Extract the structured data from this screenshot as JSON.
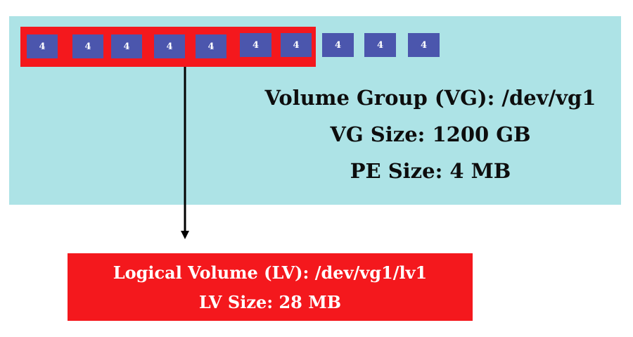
{
  "volume_group": {
    "name_line": "Volume Group (VG): /dev/vg1",
    "size_line": "VG Size: 1200 GB",
    "pe_size_line": "PE Size: 4 MB"
  },
  "physical_extents": [
    "4",
    "4",
    "4",
    "4",
    "4",
    "4",
    "4",
    "4",
    "4",
    "4"
  ],
  "logical_volume": {
    "name_line": "Logical Volume (LV): /dev/vg1/lv1",
    "size_line": "LV Size: 28 MB"
  },
  "colors": {
    "vg_background": "#ade3e6",
    "lv_red": "#f4181d",
    "pe_block": "#4b56ad",
    "arrow": "#000000"
  }
}
